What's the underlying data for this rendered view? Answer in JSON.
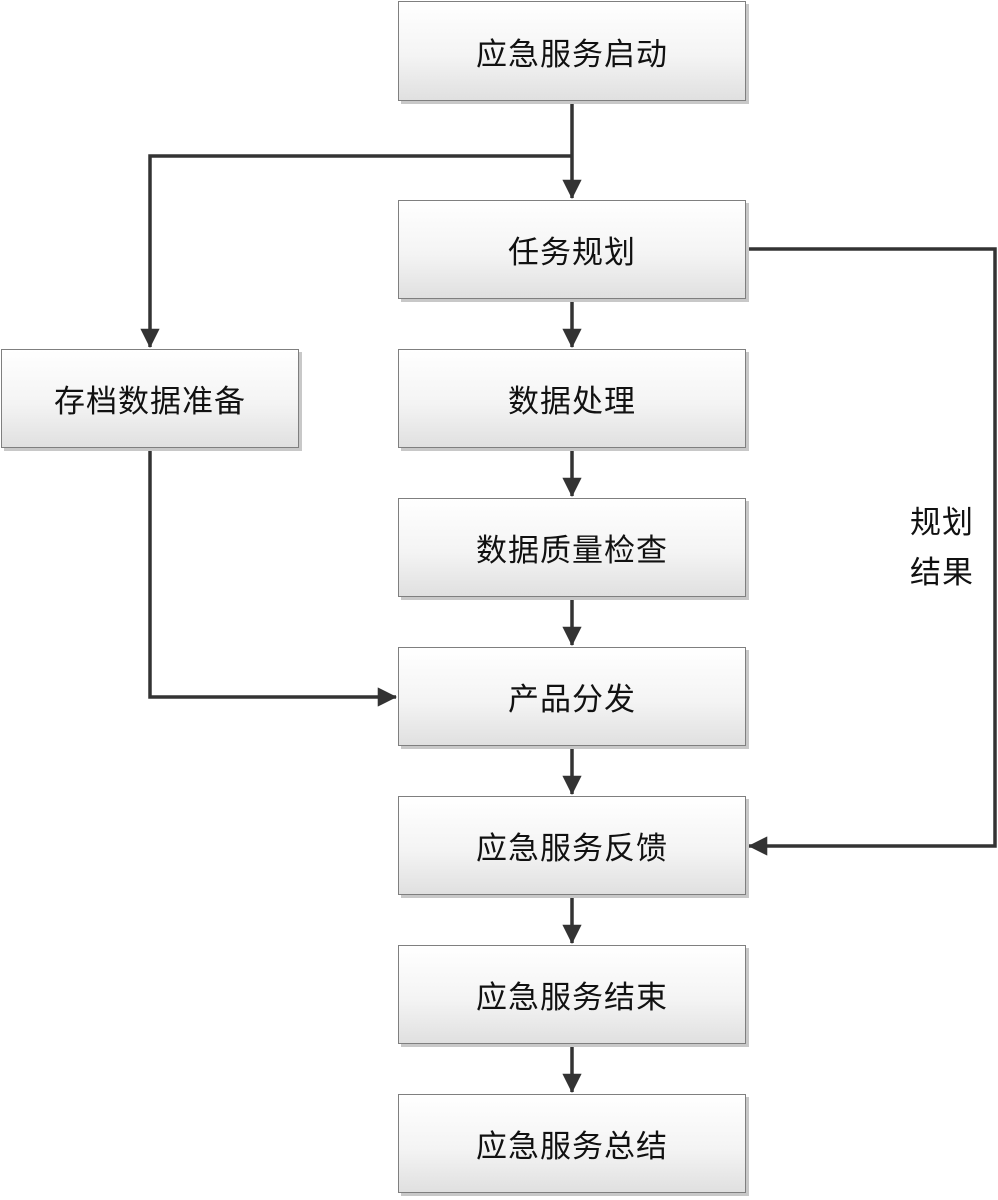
{
  "nodes": {
    "start": "应急服务启动",
    "task_planning": "任务规划",
    "archive_prep": "存档数据准备",
    "data_processing": "数据处理",
    "quality_check": "数据质量检查",
    "product_distribution": "产品分发",
    "feedback": "应急服务反馈",
    "end": "应急服务结束",
    "summary": "应急服务总结"
  },
  "edge_label": {
    "line1": "规划",
    "line2": "结果"
  },
  "colors": {
    "line": "#333333",
    "box_border": "#7f7f7f"
  }
}
